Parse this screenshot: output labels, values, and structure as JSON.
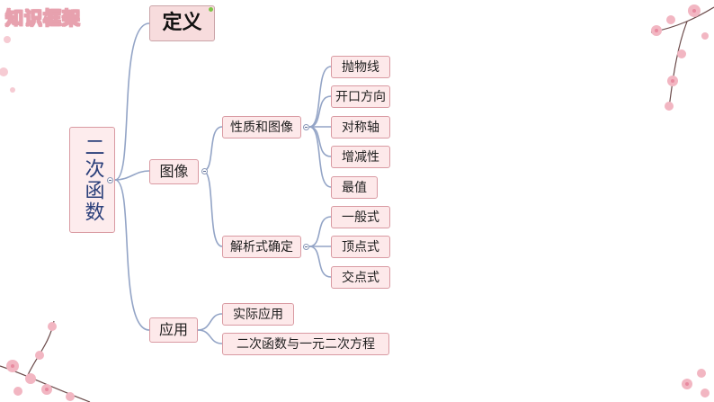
{
  "page_title": "知识框架",
  "root": {
    "label": "二次函数"
  },
  "branches": {
    "definition": {
      "label": "定义"
    },
    "graph": {
      "label": "图像",
      "properties": {
        "label": "性质和图像",
        "items": [
          "抛物线",
          "开口方向",
          "对称轴",
          "增减性",
          "最值"
        ]
      },
      "expression": {
        "label": "解析式确定",
        "items": [
          "一般式",
          "顶点式",
          "交点式"
        ]
      }
    },
    "application": {
      "label": "应用",
      "items": [
        "实际应用",
        "二次函数与一元二次方程"
      ]
    }
  },
  "colors": {
    "node_fill": "#fde9ea",
    "node_border": "#d99aa2",
    "link": "#93a4c6",
    "blossom": "#f2b6c2"
  }
}
